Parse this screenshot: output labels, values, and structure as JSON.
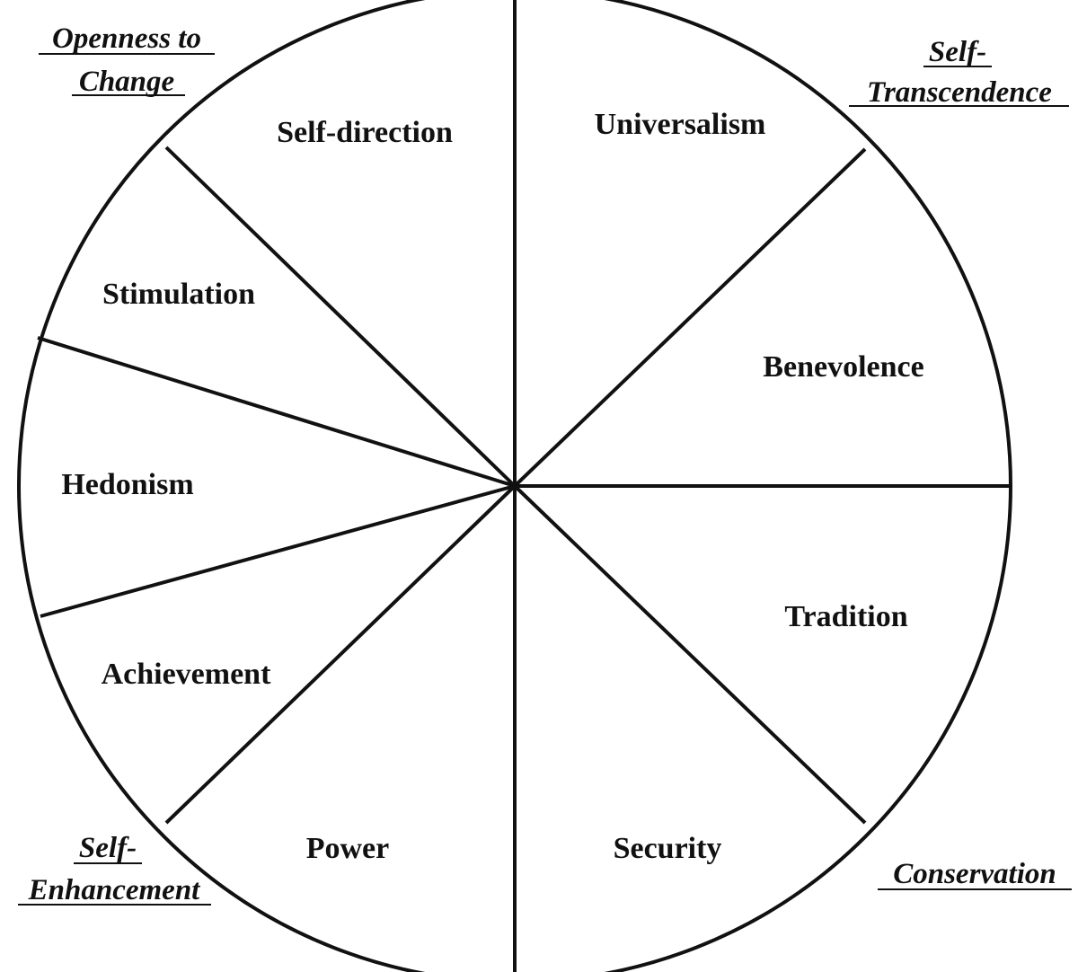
{
  "diagram": {
    "values": [
      "Self-direction",
      "Universalism",
      "Stimulation",
      "Benevolence",
      "Hedonism",
      "Tradition",
      "Achievement",
      "Power",
      "Security"
    ],
    "groups": {
      "openness": [
        "Openness to",
        "Change"
      ],
      "self_transcendence": [
        "Self-",
        "Transcendence"
      ],
      "self_enhancement": [
        "Self-",
        "Enhancement"
      ],
      "conservation": [
        "Conservation"
      ]
    },
    "colors": {
      "line": "#111111",
      "background": "#ffffff"
    }
  }
}
